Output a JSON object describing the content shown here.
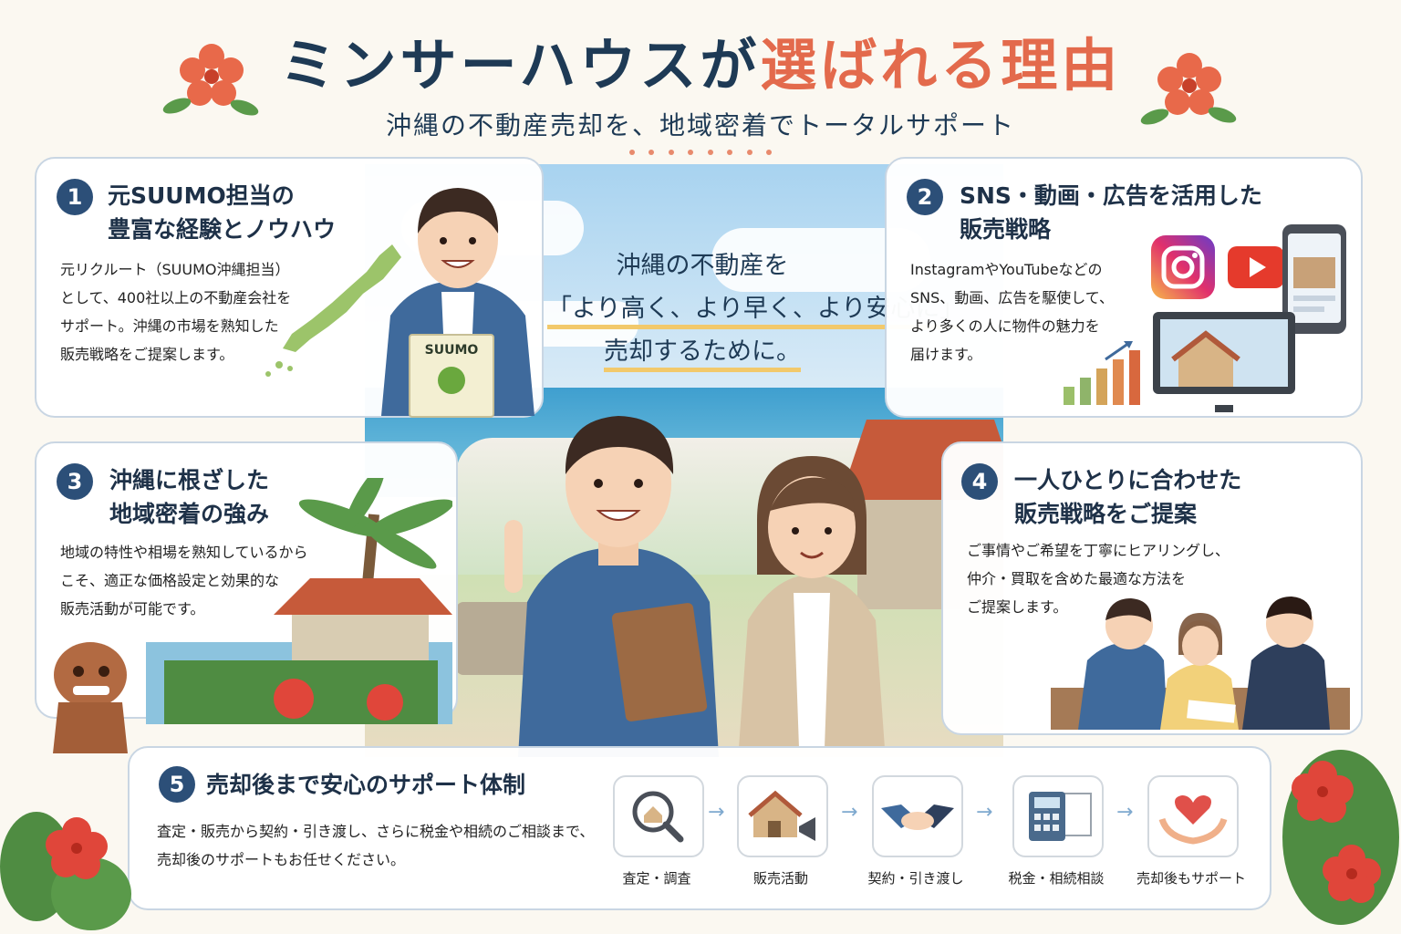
{
  "header": {
    "title_part1": "ミンサーハウスが",
    "title_part2": "選ばれる理由",
    "subtitle": "沖縄の不動産売却を、地域密着でトータルサポート"
  },
  "center_message": {
    "line1": "沖縄の不動産を",
    "line2": "「より高く、より早く、より安心に」",
    "line3": "売却するために。"
  },
  "cards": [
    {
      "number": "1",
      "title_line1": "元SUUMO担当の",
      "title_line2": "豊富な経験とノウハウ",
      "text": [
        "元リクルート（SUUMO沖縄担当）",
        "として、400社以上の不動産会社を",
        "サポート。沖縄の市場を熟知した",
        "販売戦略をご提案します。"
      ],
      "book_label": "SUUMO"
    },
    {
      "number": "2",
      "title_line1": "SNS・動画・広告を活用した",
      "title_line2": "販売戦略",
      "text": [
        "InstagramやYouTubeなどの",
        "SNS、動画、広告を駆使して、",
        "より多くの人に物件の魅力を",
        "届けます。"
      ]
    },
    {
      "number": "3",
      "title_line1": "沖縄に根ざした",
      "title_line2": "地域密着の強み",
      "text": [
        "地域の特性や相場を熟知しているから",
        "こそ、適正な価格設定と効果的な",
        "販売活動が可能です。"
      ]
    },
    {
      "number": "4",
      "title_line1": "一人ひとりに合わせた",
      "title_line2": "販売戦略をご提案",
      "text": [
        "ご事情やご希望を丁寧にヒアリングし、",
        "仲介・買取を含めた最適な方法を",
        "ご提案します。"
      ]
    },
    {
      "number": "5",
      "title_line1": "売却後まで安心のサポート体制",
      "text": [
        "査定・販売から契約・引き渡し、さらに税金や相続のご相談まで、",
        "売却後のサポートもお任せください。"
      ]
    }
  ],
  "steps": [
    {
      "label": "査定・調査",
      "icon": "magnifier-house-icon"
    },
    {
      "label": "販売活動",
      "icon": "house-megaphone-icon"
    },
    {
      "label": "契約・引き渡し",
      "icon": "handshake-icon"
    },
    {
      "label": "税金・相続相談",
      "icon": "calculator-document-icon"
    },
    {
      "label": "売却後もサポート",
      "icon": "heart-hands-icon"
    }
  ],
  "colors": {
    "navy": "#1e3a55",
    "accent": "#e36a4c",
    "badge": "#2c4f78"
  }
}
